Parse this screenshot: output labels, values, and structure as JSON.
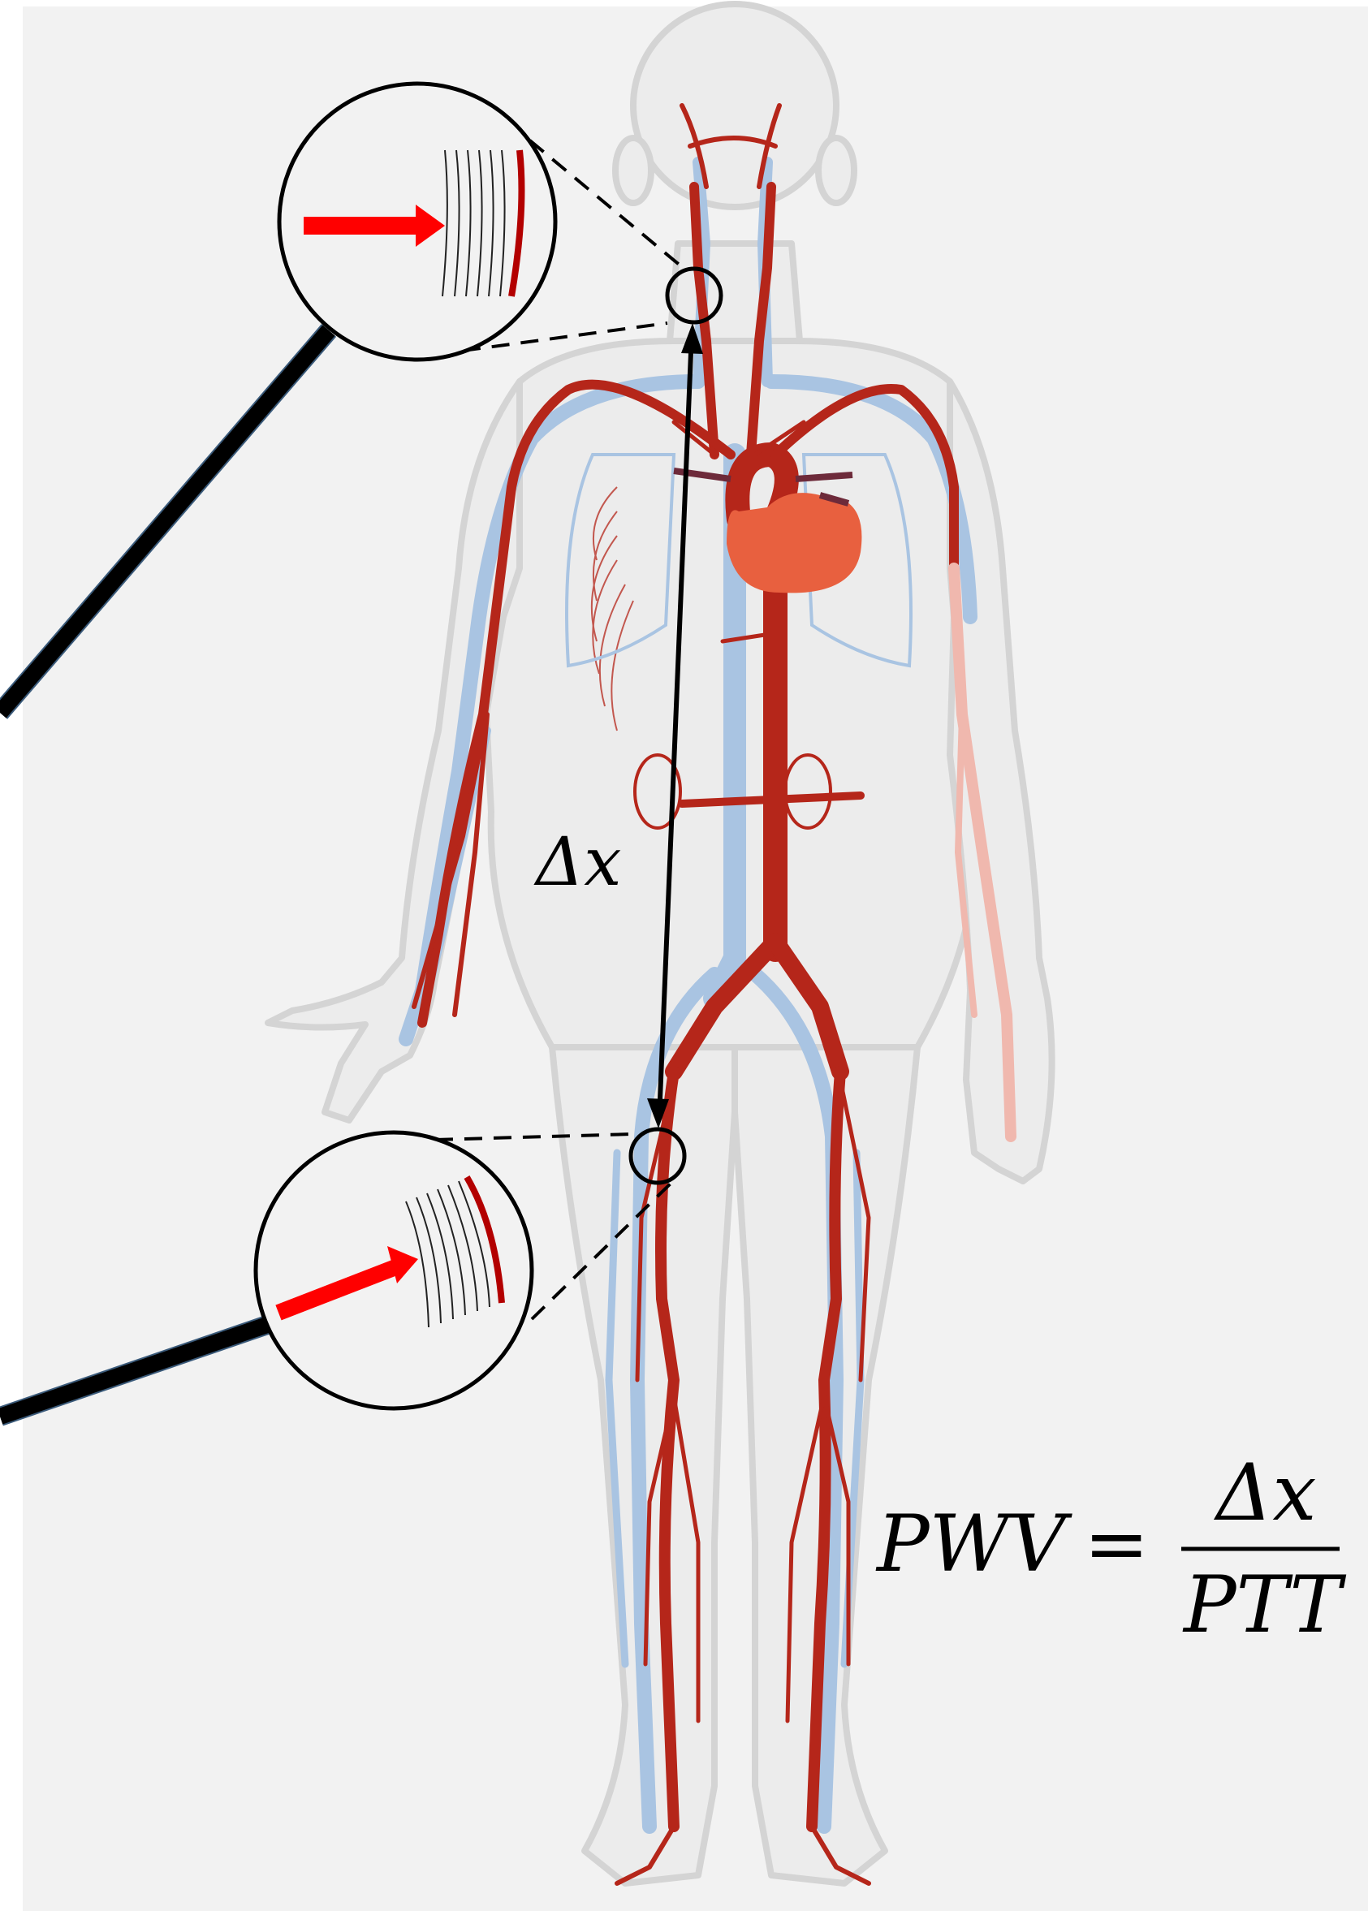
{
  "labels": {
    "delta_x": "Δx"
  },
  "formula": {
    "lhs": "PWV",
    "equals": "=",
    "numerator": "Δx",
    "denominator": "PTT"
  },
  "colors": {
    "background": "#f2f2f2",
    "artery": "#b5261a",
    "vein": "#a9c4e2",
    "body_outline": "#d6d6d6",
    "heart": "#e8603f",
    "arrow_red": "#ff0000",
    "ink": "#000000"
  },
  "icons": {
    "magnifier_top": "magnifier-icon",
    "magnifier_bottom": "magnifier-icon"
  }
}
